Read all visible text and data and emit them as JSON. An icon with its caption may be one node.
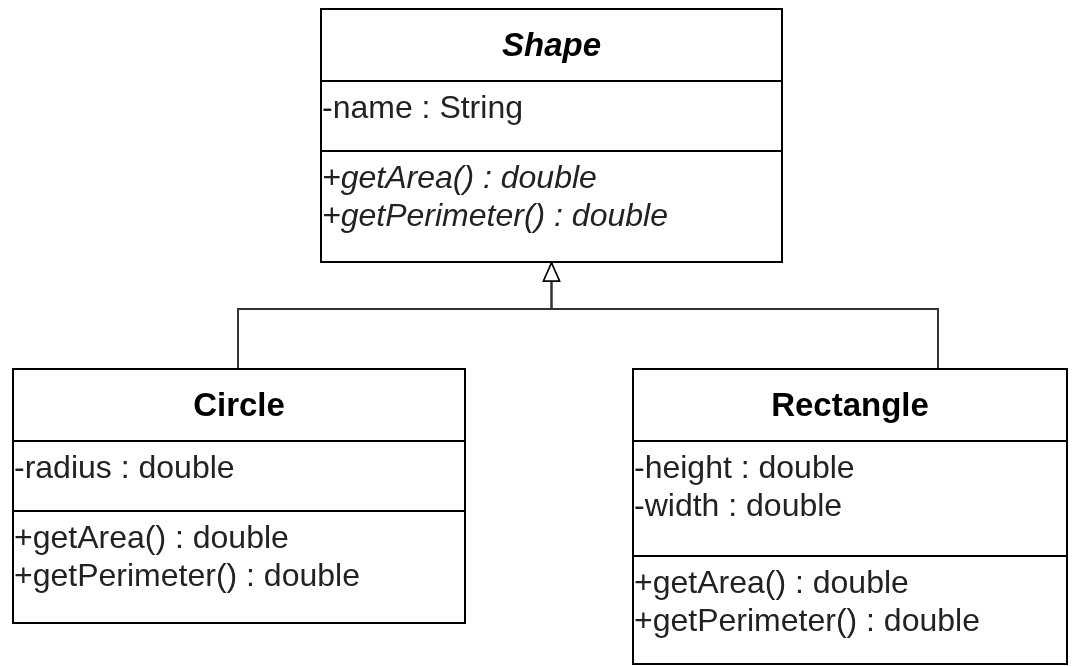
{
  "diagram": {
    "nodes": [
      {
        "text": [
          "Shape",
          "-name : String",
          "+getArea() : double",
          "+getPerimeter() : double"
        ]
      },
      {
        "text": [
          "Circle",
          "-radius : double",
          "+getArea() : double",
          "+getPerimeter() : double"
        ]
      },
      {
        "text": [
          "Rectangle",
          "-height : double",
          "-width : double",
          "+getArea() : double",
          "+getPerimeter() : double"
        ]
      }
    ],
    "edges": [
      {
        "from": 1,
        "to": 0,
        "arrow": "to"
      },
      {
        "from": 2,
        "to": 0,
        "arrow": "to"
      }
    ]
  }
}
